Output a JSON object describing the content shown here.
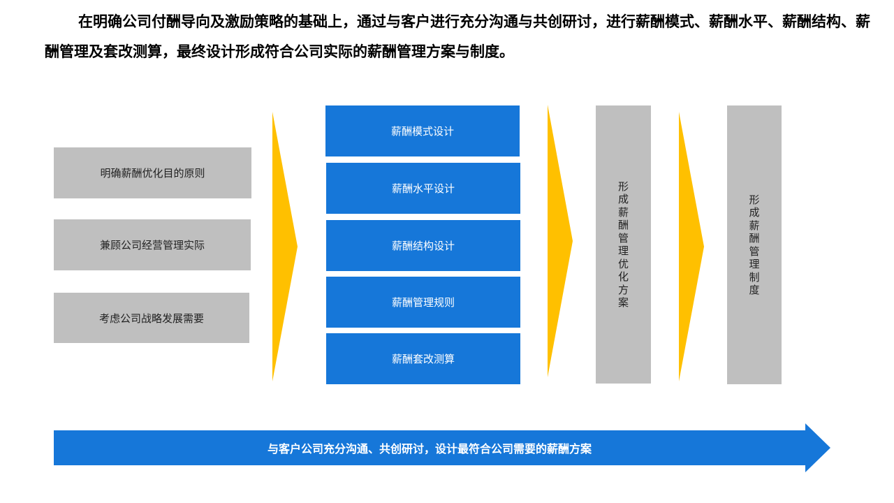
{
  "intro_text": "在明确公司付酬导向及激励策略的基础上，通过与客户进行充分沟通与共创研讨，进行薪酬模式、薪酬水平、薪酬结构、薪酬管理及套改测算，最终设计形成符合公司实际的薪酬管理方案与制度。",
  "principles": [
    "明确薪酬优化目的原则",
    "兼顾公司经营管理实际",
    "考虑公司战略发展需要"
  ],
  "design_steps": [
    "薪酬模式设计",
    "薪酬水平设计",
    "薪酬结构设计",
    "薪酬管理规则",
    "薪酬套改测算"
  ],
  "output_plan_chars": [
    "形",
    "成",
    "薪",
    "酬",
    "管",
    "理",
    "优",
    "化",
    "方",
    "案"
  ],
  "output_policy_chars": [
    "形",
    "成",
    "薪",
    "酬",
    "管",
    "理",
    "制",
    "度"
  ],
  "bottom_banner": "与客户公司充分沟通、共创研讨，设计最符合公司需要的薪酬方案",
  "colors": {
    "blue": "#1677d9",
    "gray": "#bfbfbf",
    "yellow": "#ffc000"
  }
}
